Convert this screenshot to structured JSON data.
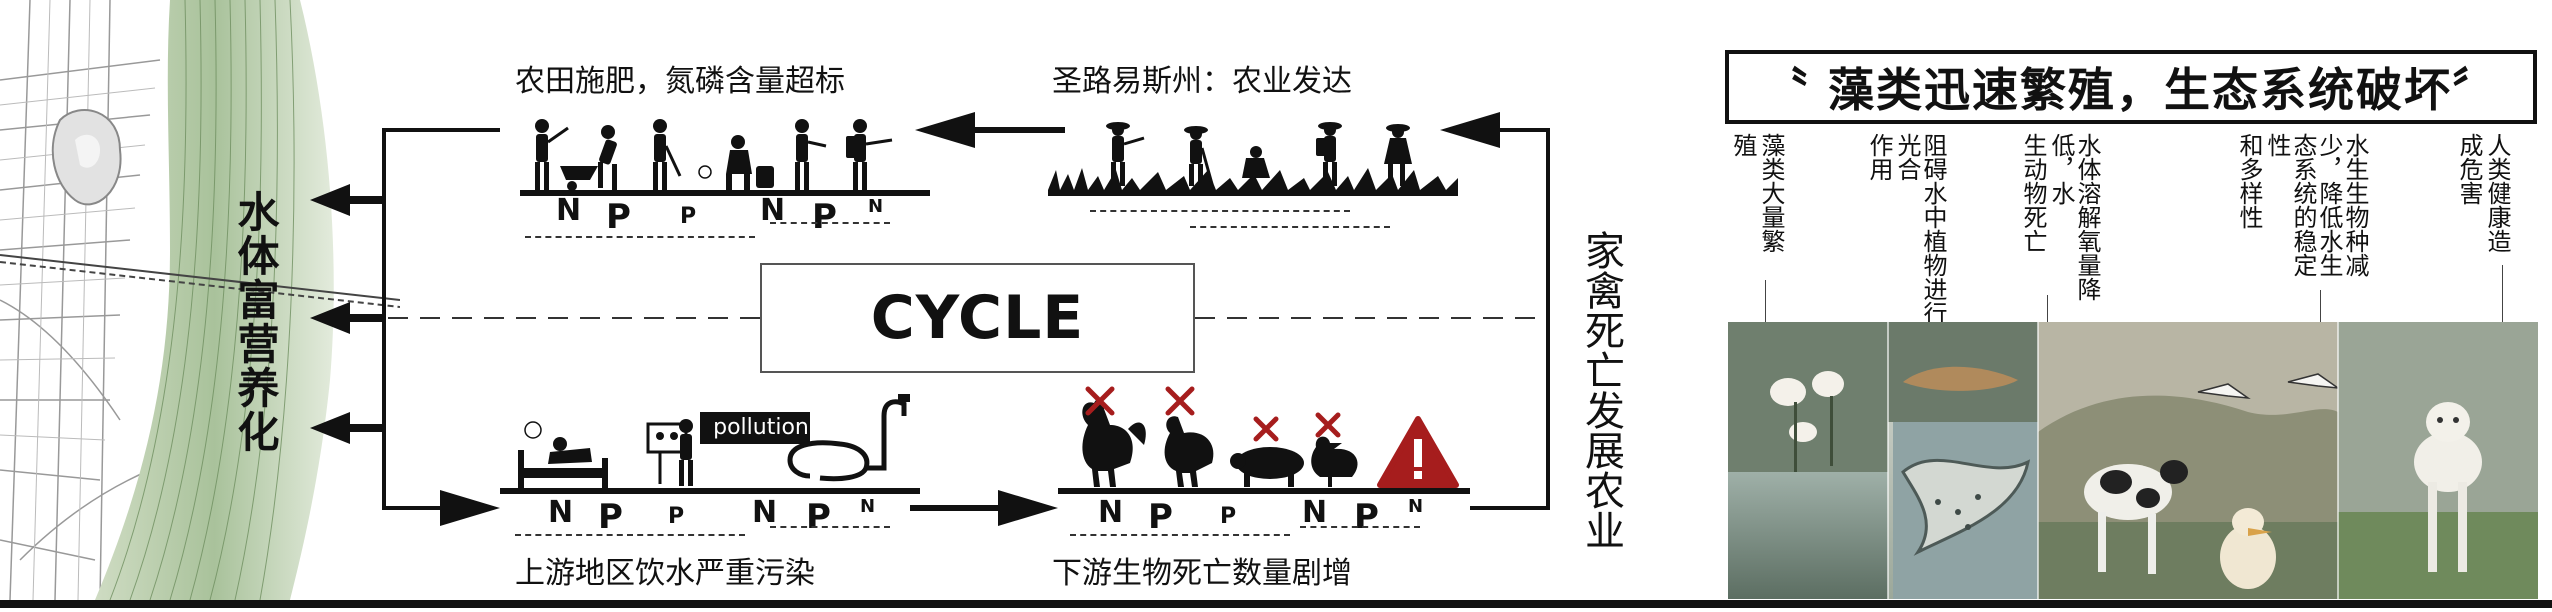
{
  "left": {
    "vertical_label": "水体富营养化"
  },
  "cycle": {
    "center_label": "CYCLE",
    "mid_right_label": "家禽死亡发展农业"
  },
  "top_left": {
    "caption": "农田施肥，氮磷含量超标",
    "nutrients": [
      "N",
      "P",
      "P",
      "N",
      "P",
      "N"
    ]
  },
  "top_right": {
    "caption": "圣路易斯州：农业发达"
  },
  "bottom_left": {
    "caption": "上游地区饮水严重污染",
    "tag": "pollution",
    "nutrients": [
      "N",
      "P",
      "P",
      "N",
      "P",
      "N"
    ]
  },
  "bottom_right": {
    "caption": "下游生物死亡数量剧增",
    "nutrients": [
      "N",
      "P",
      "P",
      "N",
      "P",
      "N"
    ]
  },
  "right": {
    "title": "〝 藻类迅速繁殖，生态系统破坏〞",
    "columns": [
      {
        "text": [
          "藻类大量繁",
          "殖"
        ]
      },
      {
        "text": [
          "阻碍水中植物进行光合",
          "作用"
        ]
      },
      {
        "text": [
          "水体溶解氧量降低，水",
          "生动物死亡"
        ]
      },
      {
        "text": [
          "水生生物种减少，降低水生态系统的稳定性",
          "和多样性"
        ]
      },
      {
        "text": [
          "人类健康造",
          "成危害"
        ]
      }
    ]
  },
  "colors": {
    "ink": "#111111",
    "warning_red": "#a61d1d",
    "map_green": "#9bb58a"
  }
}
